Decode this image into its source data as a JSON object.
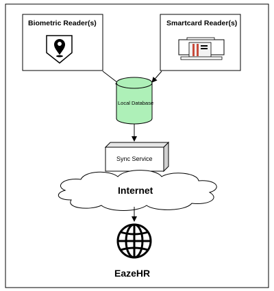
{
  "nodes": {
    "biometric_reader": "Biometric Reader(s)",
    "smartcard_reader": "Smartcard Reader(s)",
    "local_database": "Local Database",
    "sync_service": "Sync Service",
    "internet": "Internet",
    "eazehr": "EazeHR"
  },
  "colors": {
    "database_fill": "#aef0b8",
    "cloud_fill": "#ffffff",
    "stroke": "#000000"
  },
  "icons": [
    "fingerprint-pin-icon",
    "smartcard-reader-icon",
    "database-cylinder-icon",
    "cloud-shape",
    "globe-icon"
  ]
}
